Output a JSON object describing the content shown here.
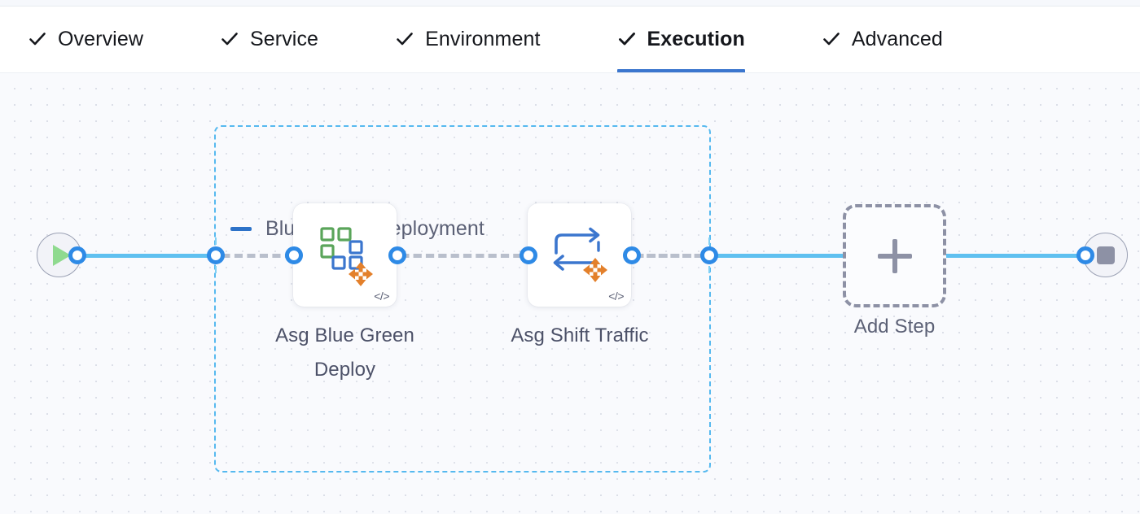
{
  "tabs": [
    {
      "label": "Overview",
      "icon": "check-icon",
      "complete": true,
      "active": false
    },
    {
      "label": "Service",
      "icon": "check-icon",
      "complete": true,
      "active": false
    },
    {
      "label": "Environment",
      "icon": "check-icon",
      "complete": true,
      "active": false
    },
    {
      "label": "Execution",
      "icon": "check-icon",
      "complete": true,
      "active": true
    },
    {
      "label": "Advanced",
      "icon": "check-icon",
      "complete": true,
      "active": false
    }
  ],
  "canvas": {
    "group": {
      "title": "Blue Green Deployment",
      "collapse_icon": "minus-icon",
      "border_color": "#56b9ef"
    },
    "start_node": {
      "icon": "play-icon",
      "name": "pipeline-start"
    },
    "end_node": {
      "icon": "stop-icon",
      "name": "pipeline-end"
    },
    "steps": [
      {
        "label": "Asg Blue Green Deploy",
        "icon": "asg-blue-green-deploy-icon",
        "badge": "</>"
      },
      {
        "label": "Asg Shift Traffic",
        "icon": "asg-shift-traffic-icon",
        "badge": "</>"
      }
    ],
    "add_step": {
      "label": "Add Step",
      "icon": "plus-icon"
    }
  },
  "colors": {
    "accent_blue": "#2e8ae6",
    "tab_underline": "#3b76ce",
    "group_dashed": "#56b9ef",
    "connector_solid": "#5fc0f0",
    "connector_dashed": "#b9bfcc",
    "icon_green": "#5aa55a",
    "icon_blue": "#3b76ce",
    "icon_orange": "#e3802b",
    "canvas_bg": "#f9fafd"
  }
}
